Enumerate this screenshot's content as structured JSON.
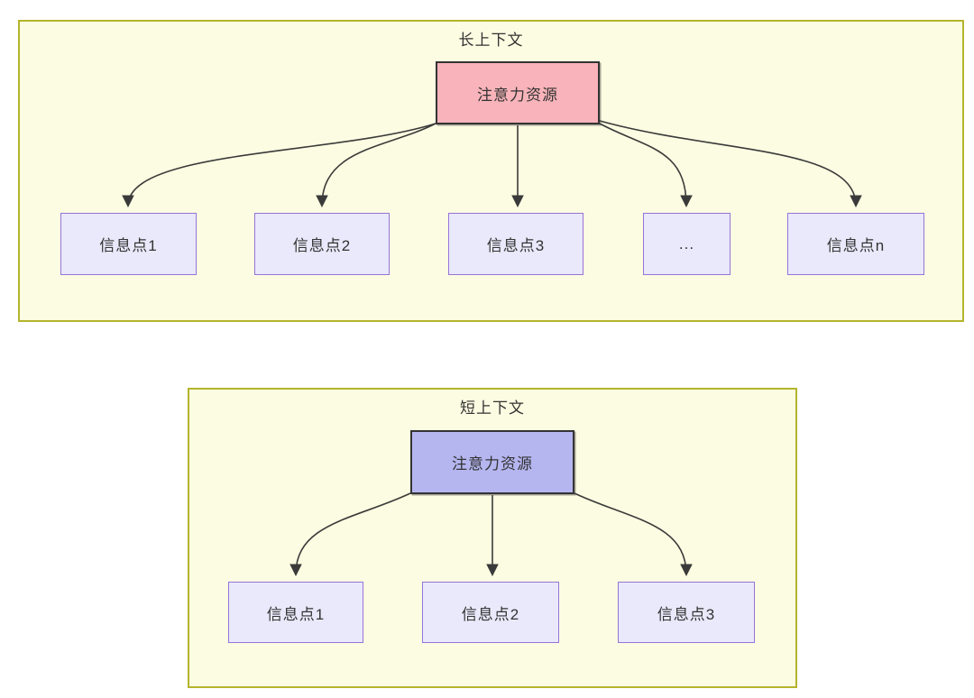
{
  "diagrams": [
    {
      "title": "长上下文",
      "source": {
        "label": "注意力资源"
      },
      "targets": [
        {
          "label": "信息点1"
        },
        {
          "label": "信息点2"
        },
        {
          "label": "信息点3"
        },
        {
          "label": "..."
        },
        {
          "label": "信息点n"
        }
      ]
    },
    {
      "title": "短上下文",
      "source": {
        "label": "注意力资源"
      },
      "targets": [
        {
          "label": "信息点1"
        },
        {
          "label": "信息点2"
        },
        {
          "label": "信息点3"
        }
      ]
    }
  ],
  "colors": {
    "panel-fill": "#fcfce2",
    "panel-border": "#b4b42c",
    "long-source-fill": "#f8b4ba",
    "short-source-fill": "#b5b6f0",
    "source-border": "#333333",
    "target-fill": "#e9e9fb",
    "target-border": "#9673d9",
    "line-color": "#3a3a3a",
    "text-color": "#333333"
  }
}
